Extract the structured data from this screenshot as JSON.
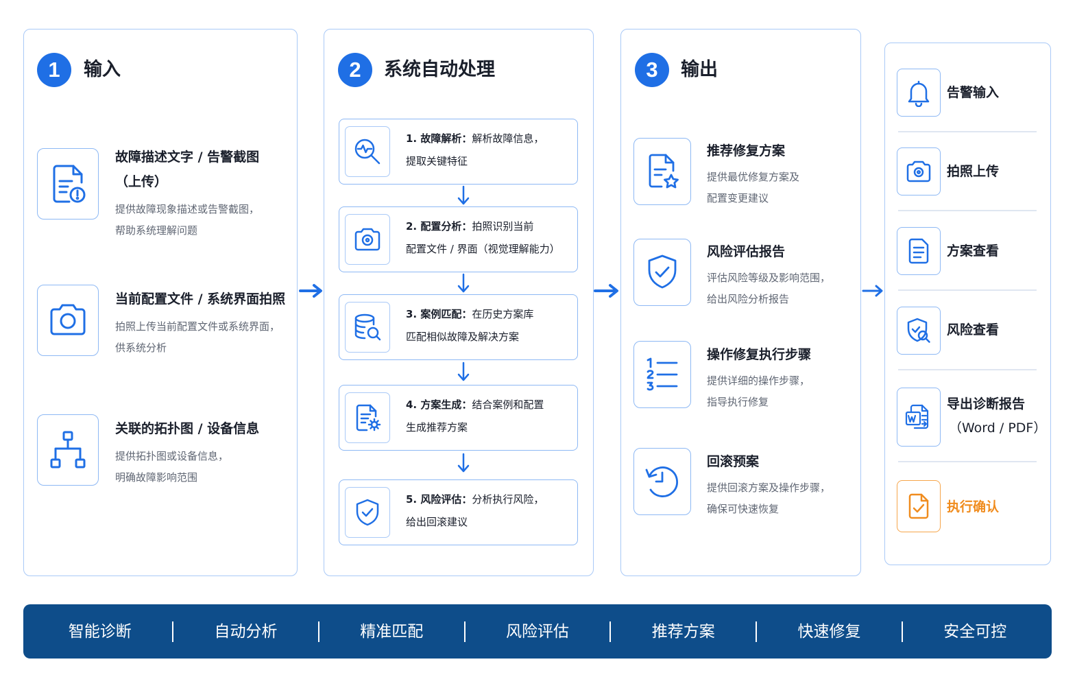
{
  "columns": [
    {
      "number": "1",
      "title": "输入"
    },
    {
      "number": "2",
      "title": "系统自动处理"
    },
    {
      "number": "3",
      "title": "输出"
    }
  ],
  "inputs": [
    {
      "title_line1": "故障描述文字 / 告警截图",
      "title_line2": "（上传）",
      "desc_line1": "提供故障现象描述或告警截图，",
      "desc_line2": "帮助系统理解问题",
      "icon": "document-alert-icon"
    },
    {
      "title_line1": "当前配置文件 / 系统界面拍照",
      "desc_line1": "拍照上传当前配置文件或系统界面，",
      "desc_line2": "供系统分析",
      "icon": "camera-icon"
    },
    {
      "title_line1": "关联的拓扑图 / 设备信息",
      "desc_line1": "提供拓扑图或设备信息，",
      "desc_line2": "明确故障影响范围",
      "icon": "topology-icon"
    }
  ],
  "process": [
    {
      "label": "1. 故障解析：",
      "text1": "解析故障信息，",
      "text2": "提取关键特征",
      "icon": "magnifier-pulse-icon"
    },
    {
      "label": "2. 配置分析：",
      "text1": "拍照识别当前",
      "text2": "配置文件 / 界面（视觉理解能力）",
      "icon": "camera-icon"
    },
    {
      "label": "3. 案例匹配：",
      "text1": "在历史方案库",
      "text2": "匹配相似故障及解决方案",
      "icon": "database-search-icon"
    },
    {
      "label": "4. 方案生成：",
      "text1": "结合案例和配置",
      "text2": "生成推荐方案",
      "icon": "document-gear-icon"
    },
    {
      "label": "5. 风险评估：",
      "text1": "分析执行风险，",
      "text2": "给出回滚建议",
      "icon": "shield-check-icon"
    }
  ],
  "outputs": [
    {
      "title": "推荐修复方案",
      "desc_line1": "提供最优修复方案及",
      "desc_line2": "配置变更建议",
      "icon": "document-star-icon"
    },
    {
      "title": "风险评估报告",
      "desc_line1": "评估风险等级及影响范围，",
      "desc_line2": "给出风险分析报告",
      "icon": "shield-check-icon"
    },
    {
      "title": "操作修复执行步骤",
      "desc_line1": "提供详细的操作步骤，",
      "desc_line2": "指导执行修复",
      "icon": "numbered-list-icon"
    },
    {
      "title": "回滚预案",
      "desc_line1": "提供回滚方案及操作步骤，",
      "desc_line2": "确保可快速恢复",
      "icon": "rollback-icon"
    }
  ],
  "actions": [
    {
      "label": "告警输入",
      "icon": "bell-icon"
    },
    {
      "label": "拍照上传",
      "icon": "camera-icon"
    },
    {
      "label": "方案查看",
      "icon": "document-icon"
    },
    {
      "label": "风险查看",
      "icon": "shield-search-icon"
    },
    {
      "label": "导出诊断报告",
      "label2": "（Word / PDF）",
      "icon": "word-export-icon"
    },
    {
      "label": "执行确认",
      "icon": "document-check-icon",
      "highlight": "#f08c1e"
    }
  ],
  "bottom_bar": [
    "智能诊断",
    "自动分析",
    "精准匹配",
    "风险评估",
    "推荐方案",
    "快速修复",
    "安全可控"
  ],
  "colors": {
    "primary": "#1f6fe5",
    "border": "#a9c9f7",
    "bar": "#0e4d8a",
    "highlight": "#f08c1e"
  }
}
